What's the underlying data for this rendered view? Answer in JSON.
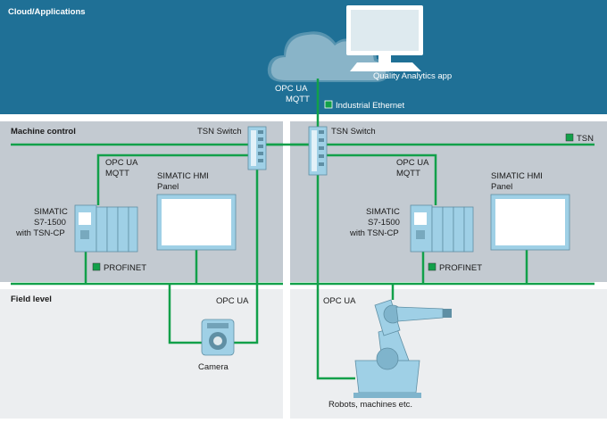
{
  "zones": {
    "cloud": "Cloud/Applications",
    "machine_control": "Machine control",
    "field_level": "Field level"
  },
  "cloud": {
    "app_label": "Quality Analytics app",
    "protocol_line1": "OPC UA",
    "protocol_line2": "MQTT",
    "legend_industrial_ethernet": "Industrial Ethernet"
  },
  "left": {
    "switch_label": "TSN Switch",
    "protocol_line1": "OPC UA",
    "protocol_line2": "MQTT",
    "plc_line1": "SIMATIC",
    "plc_line2": "S7-1500",
    "plc_line3": "with TSN-CP",
    "hmi_line1": "SIMATIC HMI",
    "hmi_line2": "Panel",
    "legend_profinet": "PROFINET",
    "field_protocol": "OPC UA",
    "camera_label": "Camera"
  },
  "right": {
    "switch_label": "TSN Switch",
    "legend_tsn": "TSN",
    "protocol_line1": "OPC UA",
    "protocol_line2": "MQTT",
    "plc_line1": "SIMATIC",
    "plc_line2": "S7-1500",
    "plc_line3": "with TSN-CP",
    "hmi_line1": "SIMATIC HMI",
    "hmi_line2": "Panel",
    "legend_profinet": "PROFINET",
    "field_protocol": "OPC UA",
    "robot_label": "Robots, machines etc."
  },
  "colors": {
    "cloud_bg": "#1f7096",
    "control_bg": "#c3cad1",
    "field_bg": "#eceef0",
    "network_green": "#12a04a",
    "device_blue": "#9fd0e6",
    "device_dark": "#5f8fa4"
  }
}
